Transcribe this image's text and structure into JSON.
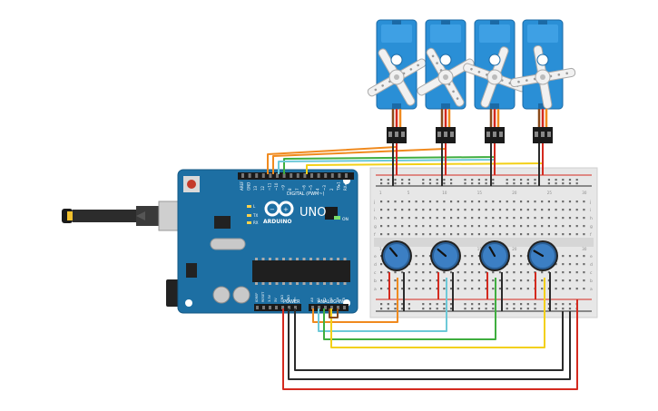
{
  "board": {
    "model_label": "UNO",
    "brand_label": "ARDUINO",
    "on_label": "ON",
    "digital_label": "DIGITAL (PWM~)",
    "aref_label": "AREF",
    "gnd_label": "GND",
    "digital_pins": [
      "13",
      "12",
      "~11",
      "~10",
      "~9",
      "8",
      "7",
      "~6",
      "~5",
      "4",
      "~3",
      "2",
      "TX▸1",
      "RX◂0"
    ],
    "power_label": "POWER",
    "analog_label": "ANALOG IN",
    "power_pins": [
      "IOREF",
      "RESET",
      "3.3V",
      "5V",
      "GND",
      "GND",
      "Vin"
    ],
    "analog_pins": [
      "A0",
      "A1",
      "A2",
      "A3",
      "A4",
      "A5"
    ],
    "led_labels": [
      "L",
      "TX",
      "RX"
    ]
  },
  "breadboard": {
    "row_letters_top": [
      "j",
      "i",
      "h",
      "g",
      "f"
    ],
    "row_letters_bottom": [
      "e",
      "d",
      "c",
      "b",
      "a"
    ],
    "column_numbers": [
      "1",
      "5",
      "10",
      "15",
      "20",
      "25",
      "30"
    ]
  },
  "colors": {
    "board_blue": "#1d6fa3",
    "servo_blue": "#2a8fd6",
    "knob_blue": "#3c7fc4",
    "breadboard": "#e7e7e7",
    "wire_red": "#d42a1f",
    "wire_black": "#2b2b2b",
    "wire_orange": "#f08a1e",
    "wire_yellow": "#f3d017",
    "wire_green": "#3fae3f",
    "wire_cyan": "#6dc9d8",
    "wire_brown": "#8a4a1a"
  },
  "components": {
    "servos": [
      "servo-1",
      "servo-2",
      "servo-3",
      "servo-4"
    ],
    "potentiometers": [
      "pot-1",
      "pot-2",
      "pot-3",
      "pot-4"
    ]
  }
}
